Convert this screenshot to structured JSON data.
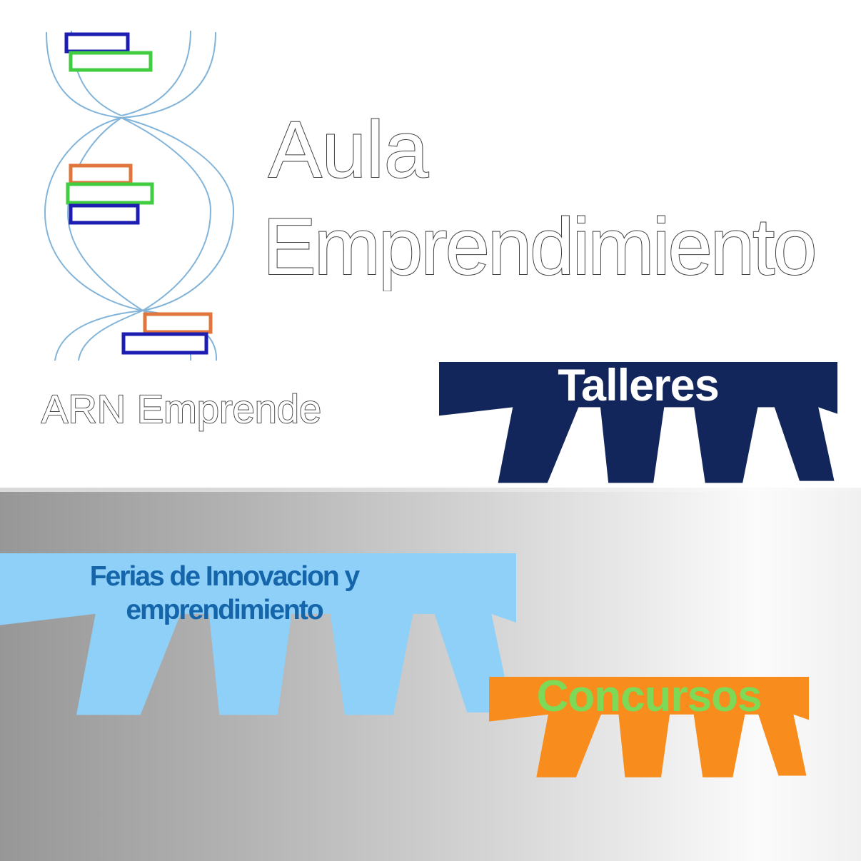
{
  "header": {
    "title_line1": "Aula",
    "title_line2": "Emprendimiento",
    "outline_color": "#3f3f3f"
  },
  "logo": {
    "caption": "ARN Emprende",
    "strand_color": "#82b4da",
    "rung_colors": {
      "blue": "#1d1db2",
      "green": "#41cd41",
      "orange": "#e0763b"
    }
  },
  "cards": {
    "talleres": {
      "label": "Talleres",
      "fill": "#13265c",
      "text_color": "#ffffff"
    },
    "ferias": {
      "line1": "Ferias de Innovacion y",
      "line2": "emprendimiento",
      "fill": "#8ed0f7",
      "text_color": "#1565ab"
    },
    "concursos": {
      "label": "Concursos",
      "fill": "#f88c1c",
      "text_color": "#7ed957"
    }
  },
  "background": {
    "band_left": "#979797",
    "band_right": "#f0f0f0"
  }
}
